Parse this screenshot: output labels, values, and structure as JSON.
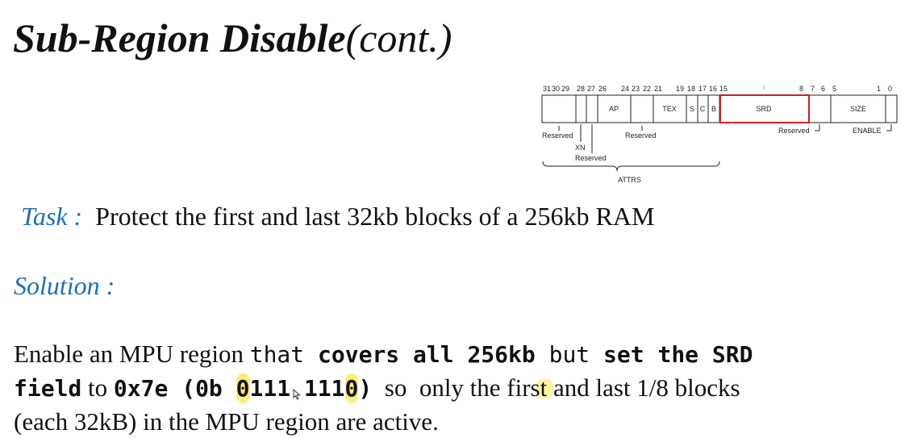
{
  "title": {
    "bold": "Sub-Region Disable",
    "normal": "(cont.)"
  },
  "register": {
    "bit_numbers": [
      "31",
      "30",
      "29",
      "28",
      "27",
      "26",
      "24",
      "23",
      "22",
      "21",
      "19",
      "18",
      "17",
      "16",
      "15",
      "8",
      "7",
      "6",
      "5",
      "1",
      "0"
    ],
    "fields": [
      "AP",
      "TEX",
      "S",
      "C",
      "B",
      "SRD",
      "SIZE"
    ],
    "labels": {
      "reserved_left": "Reserved",
      "xn": "XN",
      "reserved_xn": "Reserved",
      "reserved_mid": "Reserved",
      "reserved_right": "Reserved",
      "enable": "ENABLE",
      "attrs": "ATTRS"
    },
    "highlight_color": "#cc2222"
  },
  "task": {
    "label": "Task :",
    "text": "Protect the first and last 32kb blocks of a 256kb RAM"
  },
  "solution": {
    "label": "Solution :"
  },
  "paragraph": {
    "l1_a": "Enable an MPU region ",
    "l1_b": "that ",
    "l1_c": "covers all 256kb",
    "l1_d": " but ",
    "l1_e": "set the SRD",
    "l2_a": "field",
    "l2_b": " to ",
    "l2_c": "0x7e",
    "l2_d": " (",
    "l2_e": "0b ",
    "l2_f": "0",
    "l2_g": "111 111",
    "l2_h": "0",
    "l2_i": ")",
    "l2_j": "  so  only the first and last 1/8 blocks",
    "l3": "(each 32kB) in the MPU region are active."
  },
  "colors": {
    "accent": "#1c6fb5",
    "highlight": "#fbef7a"
  }
}
